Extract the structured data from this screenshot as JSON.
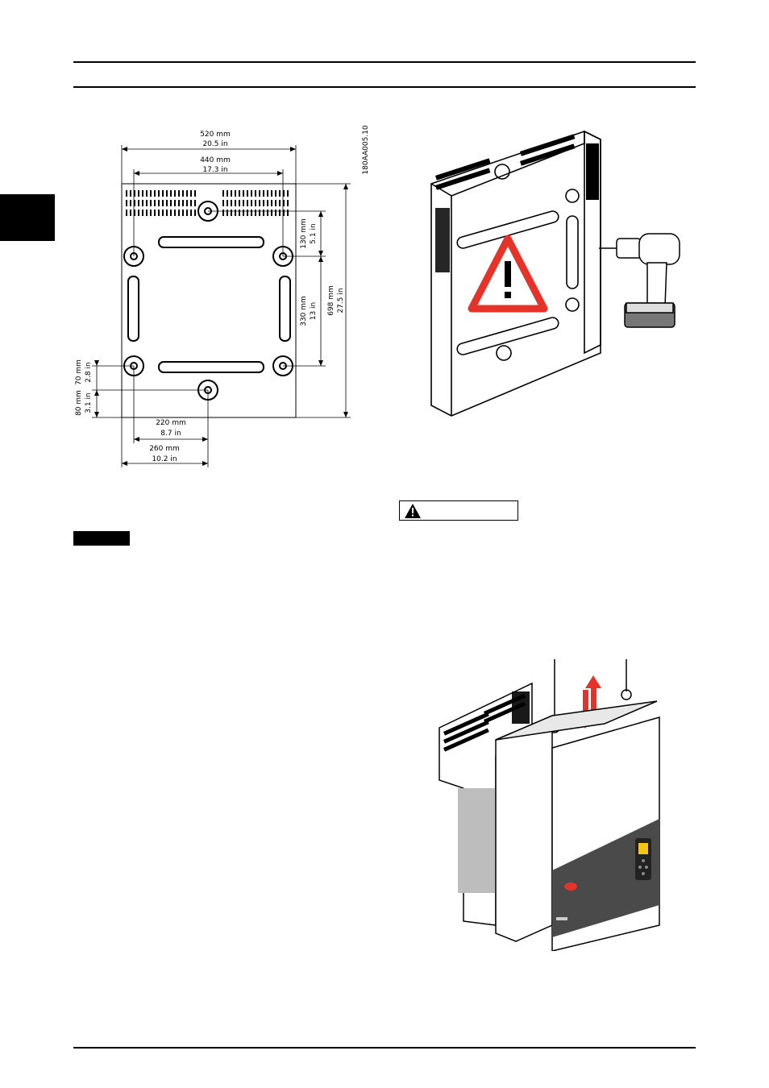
{
  "figure_id": "180AA005.10",
  "drawing": {
    "width_total_mm": "520 mm",
    "width_total_in": "20.5 in",
    "width_holes_mm": "440 mm",
    "width_holes_in": "17.3 in",
    "top_offset_mm": "130 mm",
    "top_offset_in": "5.1 in",
    "height_total_mm": "698 mm",
    "height_total_in": "27.5 in",
    "hole_spacing_mm": "330 mm",
    "hole_spacing_in": "13 in",
    "lower_offset_mm": "70 mm",
    "lower_offset_in": "2.8 in",
    "bottom_offset_mm": "80 mm",
    "bottom_offset_in": "3.1 in",
    "half_holes_mm": "220 mm",
    "half_holes_in": "8.7 in",
    "half_total_mm": "260 mm",
    "half_total_in": "10.2 in"
  },
  "colors": {
    "warning_red": "#e63329",
    "ink": "#000000",
    "arrow_red": "#e63329",
    "inverter_dark": "#4a4a4a",
    "display_yellow": "#f5c518"
  },
  "icons": [
    "warning-triangle-icon",
    "drill-icon",
    "lifting-arrows-icon",
    "logo-icon"
  ]
}
